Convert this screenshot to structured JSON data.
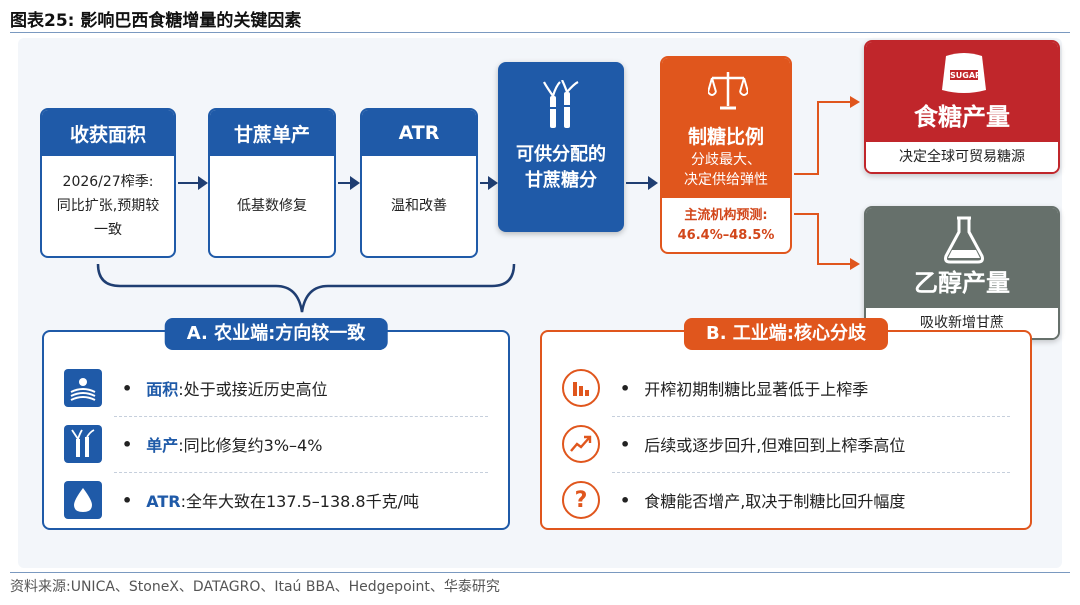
{
  "header": {
    "title": "图表25:  影响巴西食糖增量的关键因素"
  },
  "flow": {
    "area": {
      "title": "收获面积",
      "body": "2026/27榨季:同比扩张,预期较一致"
    },
    "yield": {
      "title": "甘蔗单产",
      "body": "低基数修复"
    },
    "atr": {
      "title": "ATR",
      "body": "温和改善"
    },
    "center": {
      "line1": "可供分配的",
      "line2": "甘蔗糖分"
    },
    "ratio": {
      "title": "制糖比例",
      "line1": "分歧最大、",
      "line2": "决定供给弹性",
      "forecast_label": "主流机构预测:",
      "forecast_value": "46.4%–48.5%"
    },
    "sugar": {
      "badge": "SUGAR",
      "title": "食糖产量",
      "body": "决定全球可贸易糖源"
    },
    "ethanol": {
      "title": "乙醇产量",
      "body": "吸收新增甘蔗"
    }
  },
  "panel_a": {
    "title": "A. 农业端:方向较一致",
    "rows": [
      {
        "icon": "field-icon",
        "label": "面积",
        "text": ":处于或接近历史高位"
      },
      {
        "icon": "sugarcane-icon",
        "label": "单产",
        "text": ":同比修复约3%–4%"
      },
      {
        "icon": "water-drop-icon",
        "label": "ATR",
        "text": ":全年大致在137.5–138.8千克/吨"
      }
    ]
  },
  "panel_b": {
    "title": "B. 工业端:核心分歧",
    "rows": [
      {
        "icon": "bar-chart-icon",
        "text": "开榨初期制糖比显著低于上榨季"
      },
      {
        "icon": "trend-up-icon",
        "text": "后续或逐步回升,但难回到上榨季高位"
      },
      {
        "icon": "question-icon",
        "text": "食糖能否增产,取决于制糖比回升幅度"
      }
    ]
  },
  "footer": {
    "source": "资料来源:UNICA、StoneX、DATAGRO、Itaú BBA、Hedgepoint、华泰研究"
  },
  "colors": {
    "blue": "#1f5aa8",
    "orange": "#e0561d",
    "red": "#c0262b",
    "gray": "#66706b"
  }
}
